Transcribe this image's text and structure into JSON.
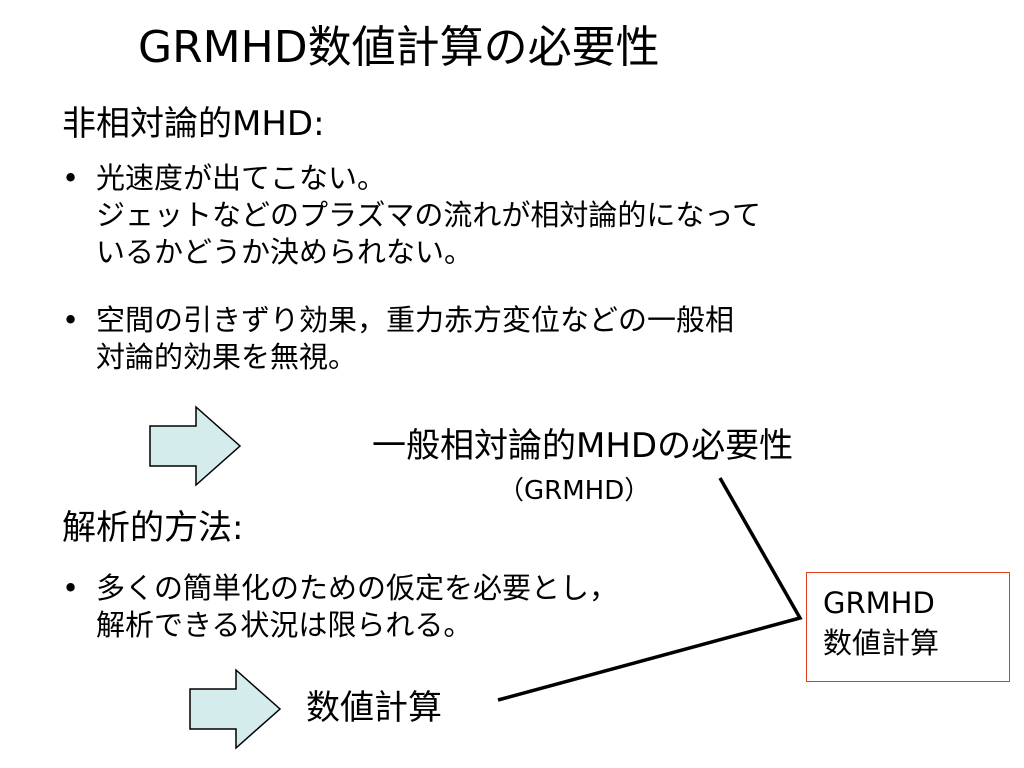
{
  "title": "GRMHD数値計算の必要性",
  "section_nonrel": {
    "heading": "非相対論的MHD:",
    "bullets": [
      {
        "marker": "•",
        "lines": [
          "光速度が出てこない。",
          "ジェットなどのプラズマの流れが相対論的になって",
          "いるかどうか決められない。"
        ]
      },
      {
        "marker": "•",
        "lines": [
          "空間の引きずり効果，重力赤方変位などの一般相",
          "対論的効果を無視。"
        ]
      }
    ]
  },
  "conclusion": {
    "line1": "一般相対論的MHDの必要性",
    "line2": "（GRMHD）"
  },
  "section_analytic": {
    "heading": "解析的方法:",
    "bullets": [
      {
        "marker": "•",
        "lines": [
          "多くの簡単化のための仮定を必要とし，",
          "解析できる状況は限られる。"
        ]
      }
    ]
  },
  "numerical": {
    "label": "数値計算"
  },
  "box": {
    "line1": "GRMHD",
    "line2": "数値計算",
    "border_color": "#E04020"
  },
  "colors": {
    "arrow_fill": "#D4ECEC",
    "arrow_stroke": "#000000",
    "connector": "#000000"
  }
}
